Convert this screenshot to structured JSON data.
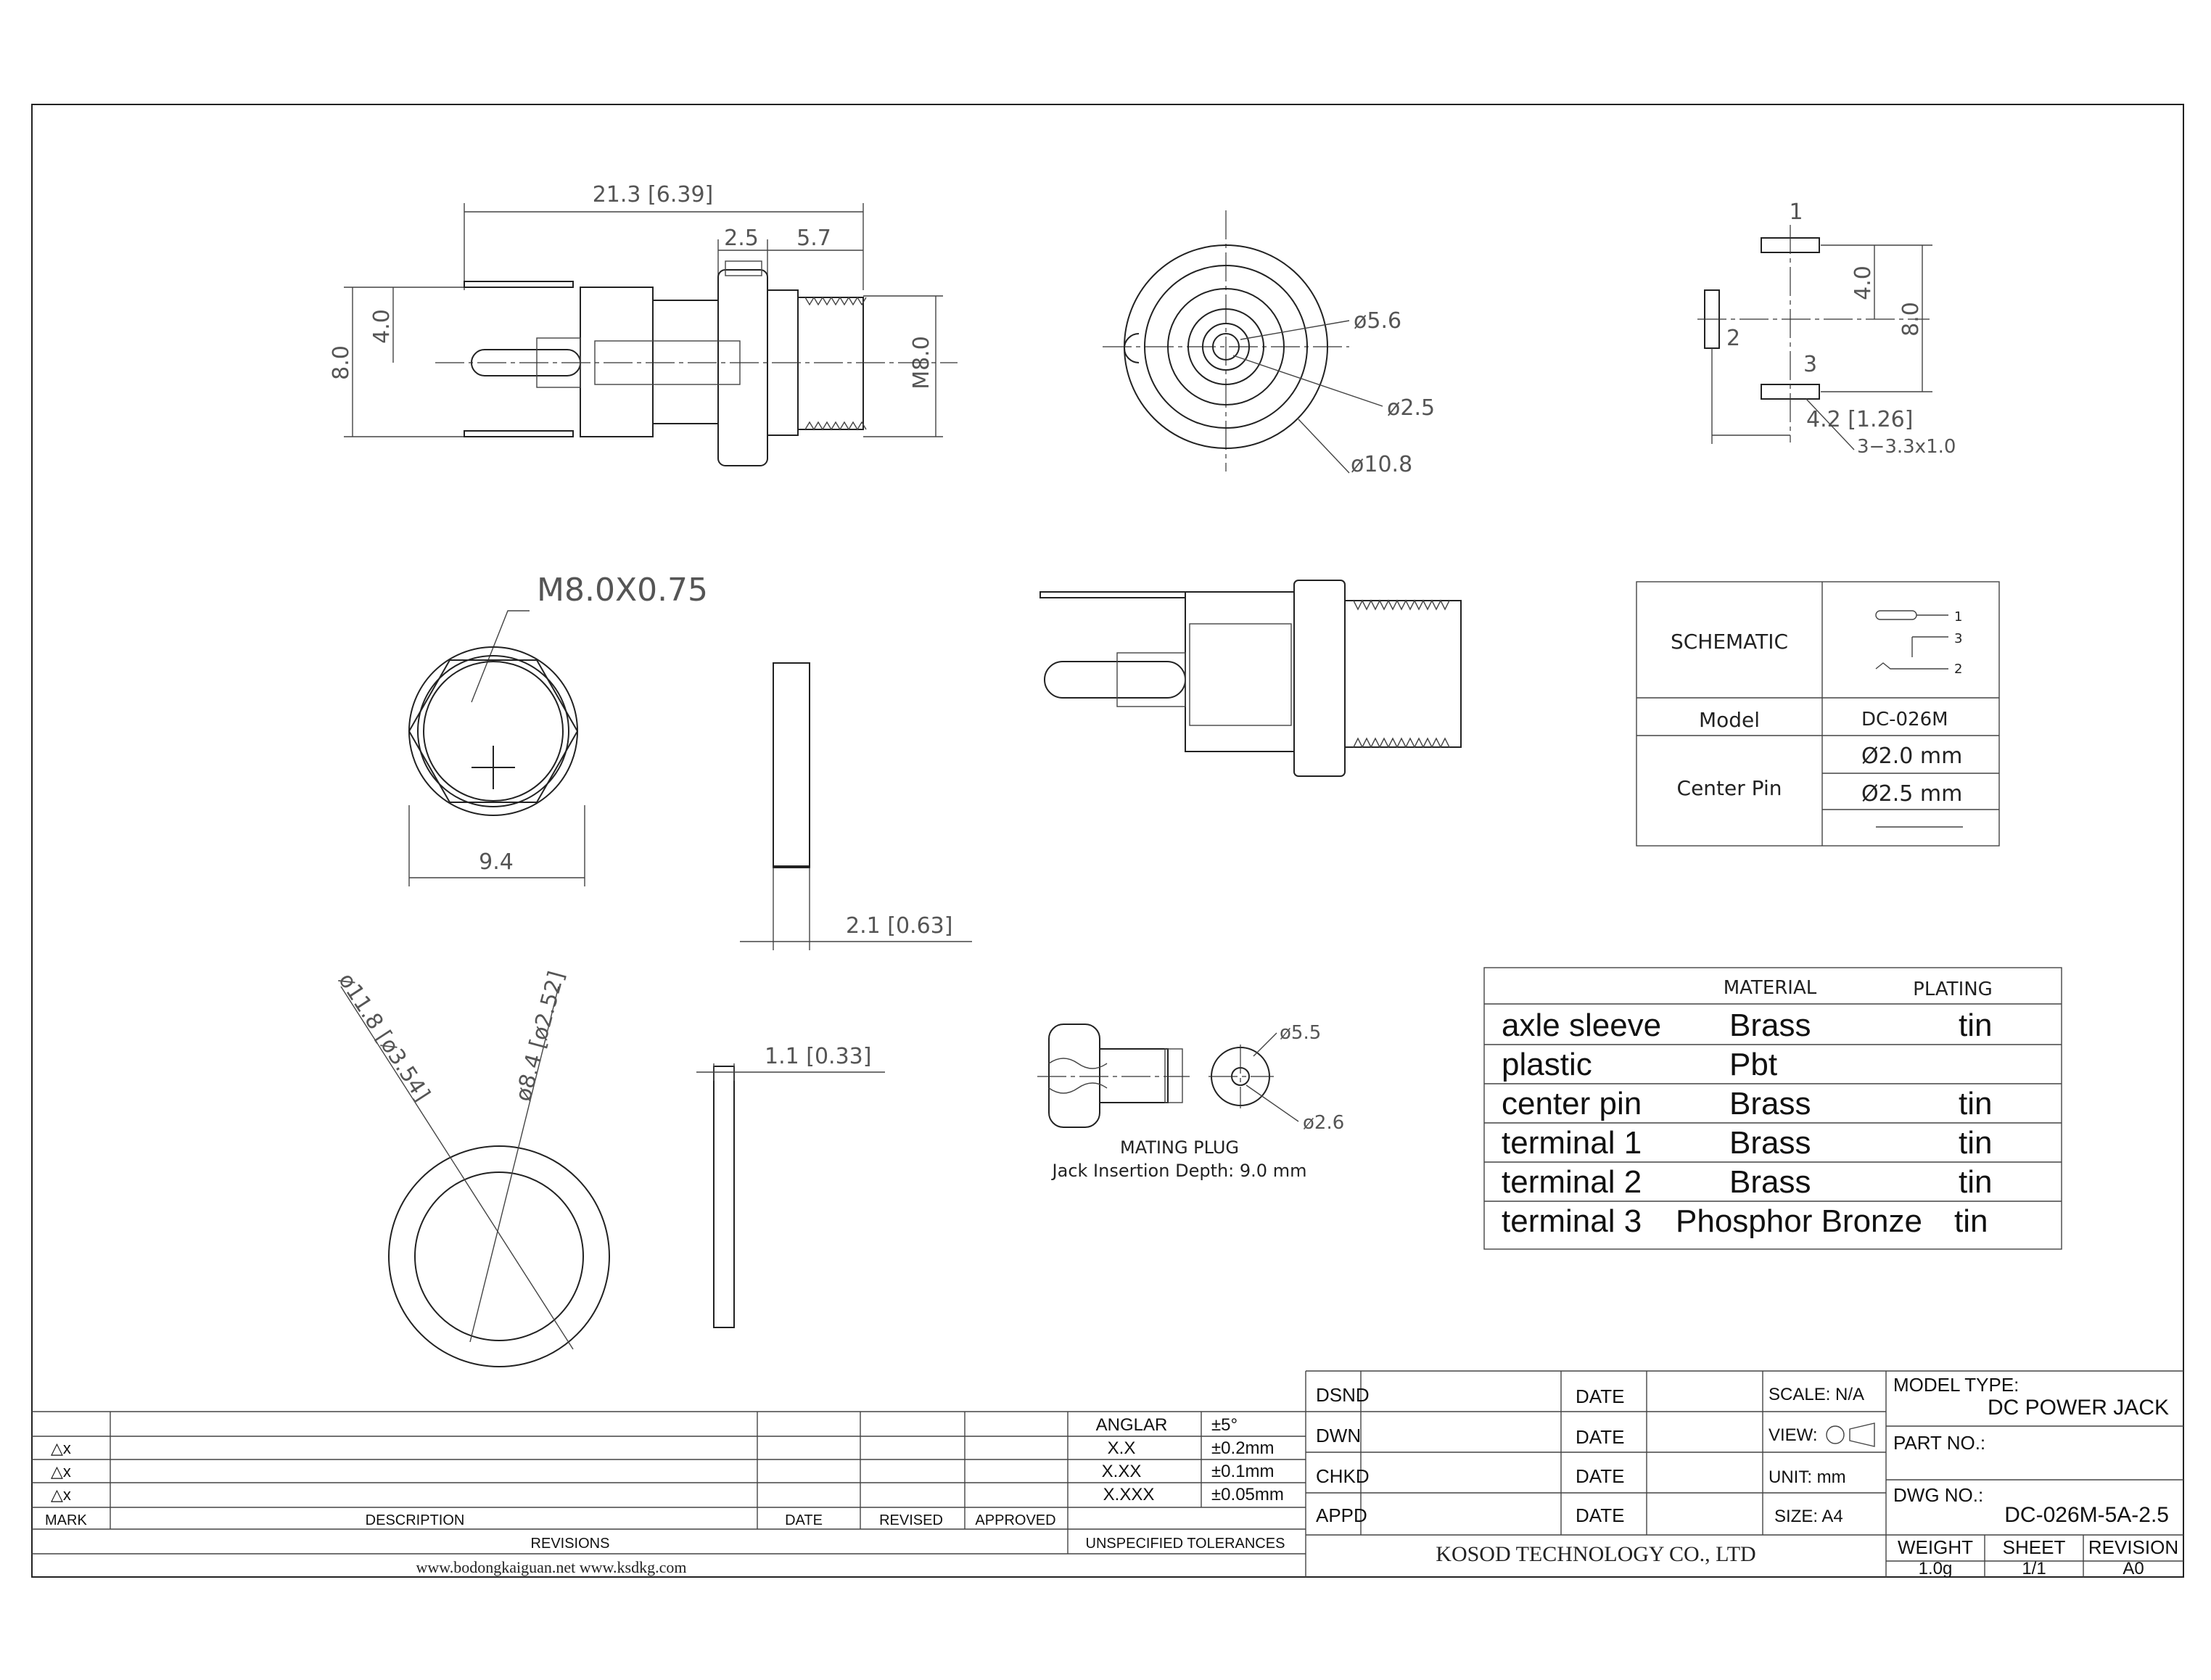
{
  "front_view": {
    "overall_length": "21.3 [6.39]",
    "flange": "2.5",
    "thread_len": "5.7",
    "height": "8.0",
    "offset": "4.0",
    "thread_dia": "M8.0"
  },
  "end_view": {
    "d1": "ø5.6",
    "d2": "ø2.5",
    "d3": "ø10.8"
  },
  "pin_view": {
    "pin1": "1",
    "pin2": "2",
    "pin3": "3",
    "dim1": "4.0",
    "dim2": "8.0",
    "dim3": "4.2 [1.26]",
    "dim4": "3−3.3x1.0"
  },
  "nut": {
    "thread": "M8.0X0.75",
    "across_flats": "9.4",
    "thickness": "2.1 [0.63]"
  },
  "washer": {
    "outer": "ø11.8 [ø3.54]",
    "inner": "ø8.4 [ø2.52]",
    "thickness": "1.1 [0.33]"
  },
  "mating_plug": {
    "d_outer": "ø5.5",
    "d_inner": "ø2.6",
    "label": "MATING PLUG",
    "depth": "Jack Insertion Depth: 9.0 mm"
  },
  "schematic_table": {
    "schematic_label": "SCHEMATIC",
    "sym_1": "1",
    "sym_3": "3",
    "sym_2": "2",
    "model_label": "Model",
    "model_value": "DC-026M",
    "pin_label": "Center Pin",
    "pin_a": "Ø2.0 mm",
    "pin_b": "Ø2.5 mm"
  },
  "material_table": {
    "headers": {
      "material": "MATERIAL",
      "plating": "PLATING"
    },
    "rows": [
      {
        "part": "axle sleeve",
        "material": "Brass",
        "plating": "tin"
      },
      {
        "part": "plastic",
        "material": "Pbt",
        "plating": ""
      },
      {
        "part": "center pin",
        "material": "Brass",
        "plating": "tin"
      },
      {
        "part": "terminal 1",
        "material": "Brass",
        "plating": "tin"
      },
      {
        "part": "terminal 2",
        "material": "Brass",
        "plating": "tin"
      },
      {
        "part": "terminal 3",
        "material": "Phosphor Bronze",
        "plating": "tin"
      }
    ]
  },
  "revisions": {
    "marks": [
      "△x",
      "△x",
      "△x"
    ],
    "headers": {
      "mark": "MARK",
      "description": "DESCRIPTION",
      "date": "DATE",
      "revised": "REVISED",
      "approved": "APPROVED"
    },
    "footer": "REVISIONS",
    "websites": "www.bodongkaiguan.net     www.ksdkg.com"
  },
  "tolerances": {
    "rows": [
      {
        "label": "ANGLAR",
        "value": "±5°"
      },
      {
        "label": "X.X",
        "value": "±0.2mm"
      },
      {
        "label": "X.XX",
        "value": "±0.1mm"
      },
      {
        "label": "X.XXX",
        "value": "±0.05mm"
      }
    ],
    "footer": "UNSPECIFIED TOLERANCES"
  },
  "title_block": {
    "roles": [
      "DSND",
      "DWN",
      "CHKD",
      "APPD"
    ],
    "date_label": "DATE",
    "scale": "SCALE: N/A",
    "view": "VIEW:",
    "unit": "UNIT: mm",
    "size": "SIZE: A4",
    "model_type_label": "MODEL TYPE:",
    "model_type": "DC POWER JACK",
    "part_no_label": "PART NO.:",
    "dwg_no_label": "DWG NO.:",
    "dwg_no": "DC-026M-5A-2.5",
    "company": "KOSOD TECHNOLOGY CO., LTD",
    "weight_label": "WEIGHT",
    "weight": "1.0g",
    "sheet_label": "SHEET",
    "sheet": "1/1",
    "revision_label": "REVISION",
    "revision": "A0"
  }
}
